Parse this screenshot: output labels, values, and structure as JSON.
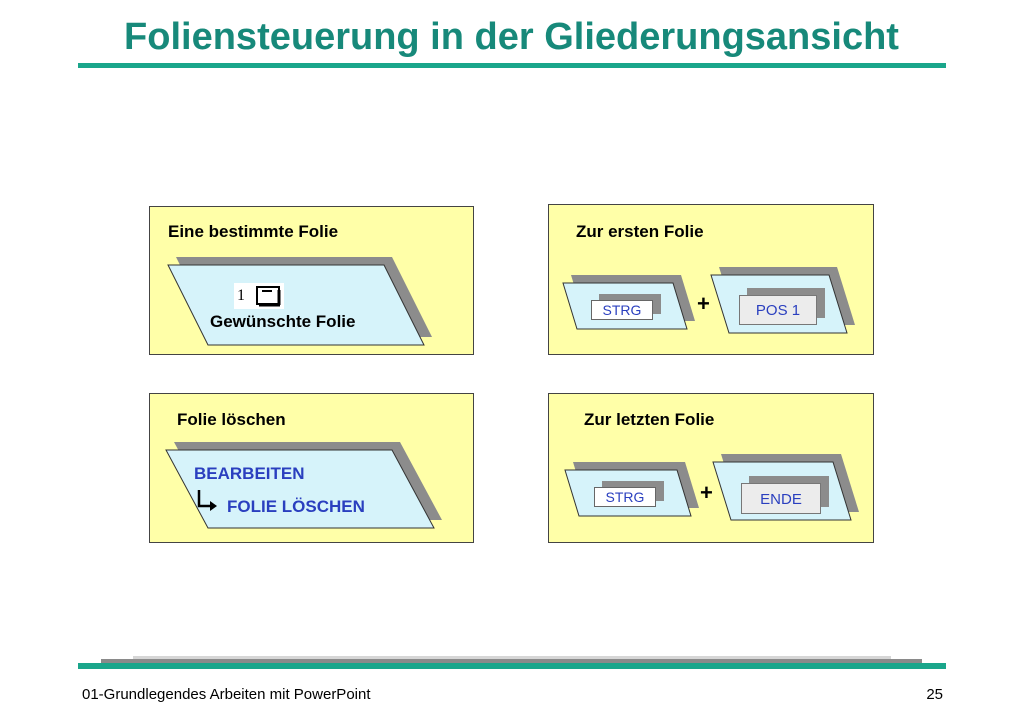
{
  "title": "Foliensteuerung in der Gliederungsansicht",
  "panels": {
    "specific": {
      "title": "Eine bestimmte Folie",
      "icon_number": "1",
      "label": "Gewünschte Folie"
    },
    "first": {
      "title": "Zur ersten Folie",
      "key1": "STRG",
      "plus": "+",
      "key2": "POS 1"
    },
    "delete": {
      "title": "Folie löschen",
      "menu": "BEARBEITEN",
      "submenu": "FOLIE LÖSCHEN"
    },
    "last": {
      "title": "Zur letzten Folie",
      "key1": "STRG",
      "plus": "+",
      "key2": "ENDE"
    }
  },
  "footer": {
    "left": "01-Grundlegendes Arbeiten mit PowerPoint",
    "page": "25"
  },
  "colors": {
    "title": "#17897a",
    "rule": "#1aa68b",
    "panel_bg": "#ffffa8",
    "shape_fill": "#d6f3fa",
    "shape_shadow": "#8c8c8c",
    "blue_text": "#2a3fbf"
  }
}
